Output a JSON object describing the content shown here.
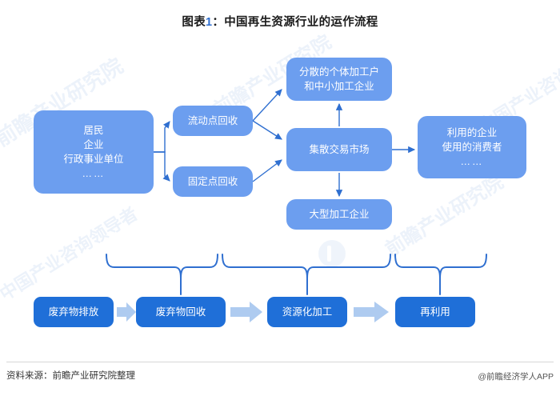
{
  "title": {
    "prefix": "图表",
    "number": "1",
    "text": "：中国再生资源行业的运作流程",
    "full": "图表1：中国再生资源行业的运作流程"
  },
  "colors": {
    "box_light": "#6c9eef",
    "box_dark": "#1f6fd8",
    "arrow_thin": "#2f6fd0",
    "arrow_thick": "#aecbf0",
    "brace": "#2f6fd0",
    "title_accent": "#2f6fd0",
    "background": "#ffffff"
  },
  "diagram": {
    "type": "flowchart",
    "upper_nodes": [
      {
        "id": "source",
        "lines": [
          "居民",
          "企业",
          "行政事业单位",
          "……"
        ]
      },
      {
        "id": "mobile",
        "lines": [
          "流动点回收"
        ]
      },
      {
        "id": "fixed",
        "lines": [
          "固定点回收"
        ]
      },
      {
        "id": "small",
        "lines": [
          "分散的个体加工户",
          "和中小加工企业"
        ]
      },
      {
        "id": "market",
        "lines": [
          "集散交易市场"
        ]
      },
      {
        "id": "large",
        "lines": [
          "大型加工企业"
        ]
      },
      {
        "id": "user",
        "lines": [
          "利用的企业",
          "使用的消费者",
          "……"
        ]
      }
    ],
    "bottom_nodes": [
      {
        "id": "discharge",
        "label": "废弃物排放"
      },
      {
        "id": "recycle",
        "label": "废弃物回收"
      },
      {
        "id": "process",
        "label": "资源化加工"
      },
      {
        "id": "reuse",
        "label": "再利用"
      }
    ],
    "edges": [
      {
        "from": "source",
        "to": "mobile"
      },
      {
        "from": "source",
        "to": "fixed"
      },
      {
        "from": "mobile",
        "to": "small"
      },
      {
        "from": "mobile",
        "to": "market"
      },
      {
        "from": "fixed",
        "to": "market"
      },
      {
        "from": "market",
        "to": "small"
      },
      {
        "from": "market",
        "to": "large"
      },
      {
        "from": "market",
        "to": "user"
      }
    ],
    "braces": [
      {
        "groups": [
          "mobile",
          "fixed"
        ],
        "points_to": "recycle"
      },
      {
        "groups": [
          "small",
          "market",
          "large"
        ],
        "points_to": "process"
      },
      {
        "groups": [
          "user"
        ],
        "points_to": "reuse"
      }
    ]
  },
  "watermark": {
    "line1": "前瞻产业研究院",
    "line2": "中国产业咨询领导者",
    "line3": "前瞻产业研究院"
  },
  "footer": {
    "source": "资料来源：前瞻产业研究院整理",
    "app": "@前瞻经济学人APP"
  }
}
